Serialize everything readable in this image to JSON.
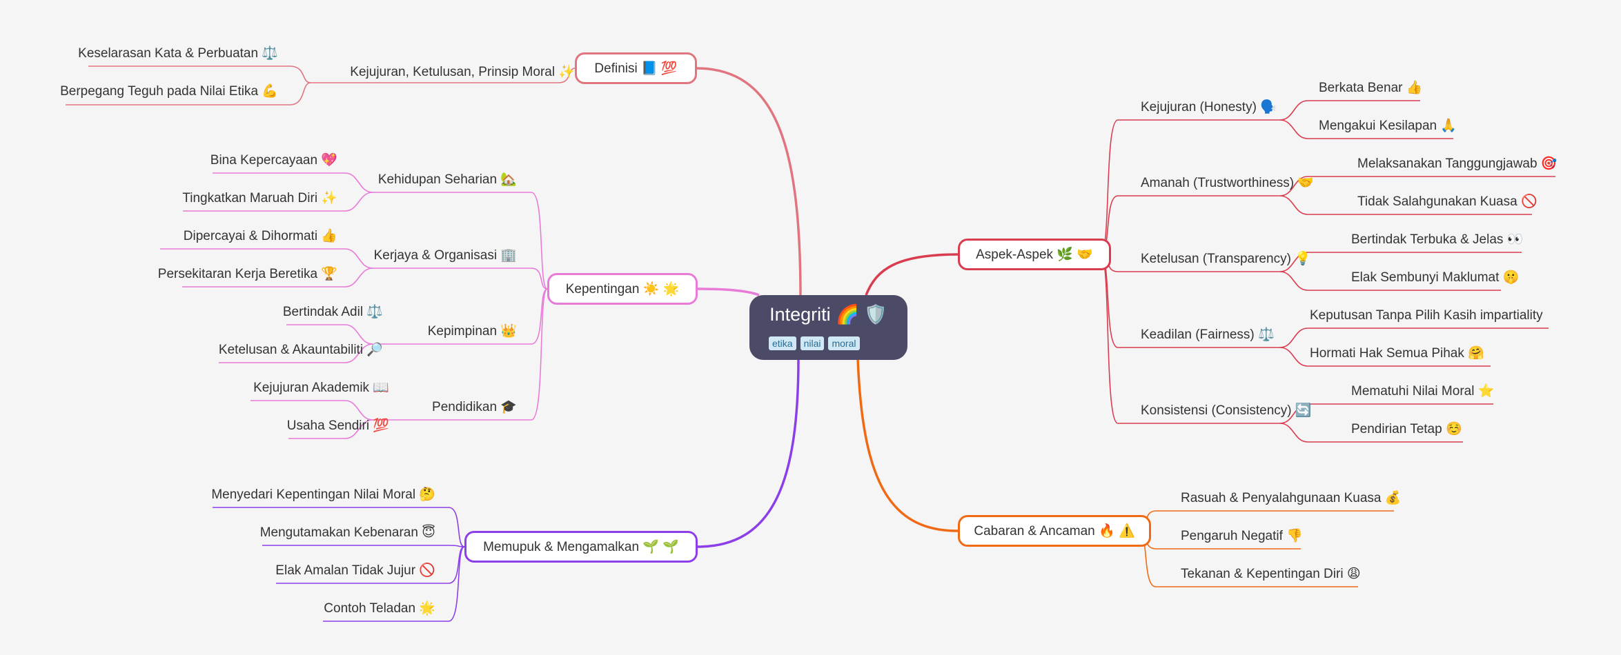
{
  "central": {
    "title": "Integriti 🌈 🛡️",
    "tags": [
      "etika",
      "nilai",
      "moral"
    ]
  },
  "colors": {
    "definisi": "#e07580",
    "kepentingan": "#e87ad8",
    "memupuk": "#8c3fe8",
    "aspek": "#d93c4e",
    "cabaran": "#f06a16"
  },
  "branches": {
    "definisi": {
      "label": "Definisi 📘 💯",
      "items": [
        {
          "label": "Kejujuran, Ketulusan, Prinsip Moral ✨",
          "children": [
            "Keselarasan Kata & Perbuatan ⚖️",
            "Berpegang Teguh pada Nilai Etika 💪"
          ]
        }
      ]
    },
    "kepentingan": {
      "label": "Kepentingan ☀️ 🌟",
      "items": [
        {
          "label": "Kehidupan Seharian 🏡",
          "children": [
            "Bina Kepercayaan 💖",
            "Tingkatkan Maruah Diri ✨"
          ]
        },
        {
          "label": "Kerjaya & Organisasi 🏢",
          "children": [
            "Dipercayai & Dihormati 👍",
            "Persekitaran Kerja Beretika 🏆"
          ]
        },
        {
          "label": "Kepimpinan 👑",
          "children": [
            "Bertindak Adil ⚖️",
            "Ketelusan & Akauntabiliti 🔎"
          ]
        },
        {
          "label": "Pendidikan 🎓",
          "children": [
            "Kejujuran Akademik 📖",
            "Usaha Sendiri 💯"
          ]
        }
      ]
    },
    "memupuk": {
      "label": "Memupuk & Mengamalkan 🌱 🌱",
      "items": [
        "Menyedari Kepentingan Nilai Moral 🤔",
        "Mengutamakan Kebenaran 😇",
        "Elak Amalan Tidak Jujur 🚫",
        "Contoh Teladan 🌟"
      ]
    },
    "aspek": {
      "label": "Aspek-Aspek 🌿 🤝",
      "items": [
        {
          "label": "Kejujuran (Honesty) 🗣️",
          "children": [
            "Berkata Benar 👍",
            "Mengakui Kesilapan 🙏"
          ]
        },
        {
          "label": "Amanah (Trustworthiness) 🤝",
          "children": [
            "Melaksanakan Tanggungjawab 🎯",
            "Tidak Salahgunakan Kuasa 🚫"
          ]
        },
        {
          "label": "Ketelusan (Transparency) 💡",
          "children": [
            "Bertindak Terbuka & Jelas 👀",
            "Elak Sembunyi Maklumat 🤫"
          ]
        },
        {
          "label": "Keadilan (Fairness) ⚖️",
          "children": [
            "Keputusan Tanpa Pilih Kasih  impartiality",
            "Hormati Hak Semua Pihak 🤗"
          ]
        },
        {
          "label": "Konsistensi (Consistency) 🔄",
          "children": [
            "Mematuhi Nilai Moral ⭐",
            "Pendirian Tetap ☺️"
          ]
        }
      ]
    },
    "cabaran": {
      "label": "Cabaran & Ancaman 🔥 ⚠️",
      "items": [
        "Rasuah & Penyalahgunaan Kuasa 💰",
        "Pengaruh Negatif 👎",
        "Tekanan & Kepentingan Diri 😩"
      ]
    }
  }
}
